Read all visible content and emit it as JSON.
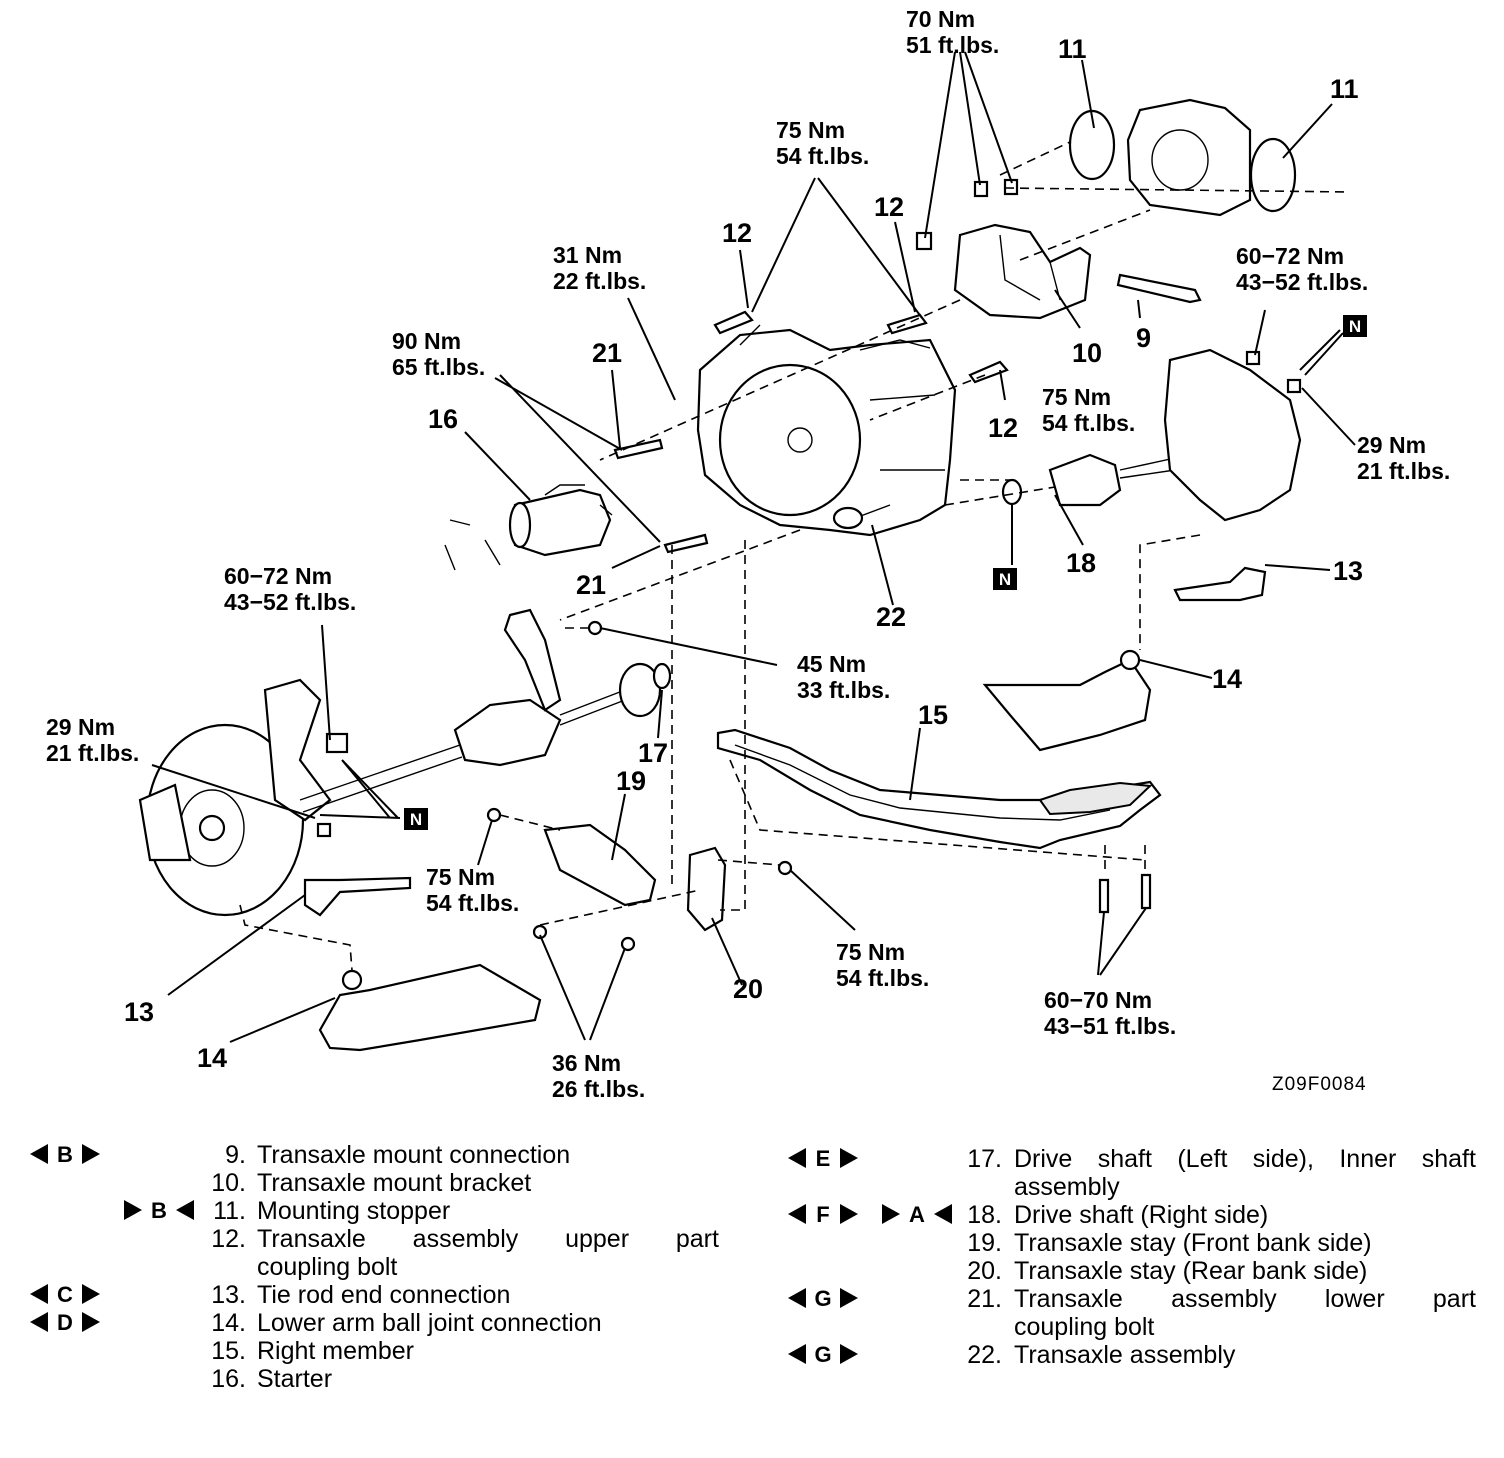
{
  "diagram": {
    "code": "Z09F0084",
    "n_mark": "N",
    "torques": [
      {
        "nm": "70 Nm",
        "ft": "51 ft.lbs."
      },
      {
        "nm": "75 Nm",
        "ft": "54 ft.lbs."
      },
      {
        "nm": "31 Nm",
        "ft": "22 ft.lbs."
      },
      {
        "nm": "90 Nm",
        "ft": "65 ft.lbs."
      },
      {
        "nm": "60−72 Nm",
        "ft": "43−52 ft.lbs."
      },
      {
        "nm": "75 Nm",
        "ft": "54 ft.lbs."
      },
      {
        "nm": "29 Nm",
        "ft": "21 ft.lbs."
      },
      {
        "nm": "60−72 Nm",
        "ft": "43−52 ft.lbs."
      },
      {
        "nm": "29 Nm",
        "ft": "21 ft.lbs."
      },
      {
        "nm": "45 Nm",
        "ft": "33 ft.lbs."
      },
      {
        "nm": "75 Nm",
        "ft": "54 ft.lbs."
      },
      {
        "nm": "75 Nm",
        "ft": "54 ft.lbs."
      },
      {
        "nm": "36 Nm",
        "ft": "26 ft.lbs."
      },
      {
        "nm": "60−70 Nm",
        "ft": "43−51 ft.lbs."
      }
    ],
    "callouts": [
      "11",
      "11",
      "12",
      "12",
      "12",
      "21",
      "16",
      "10",
      "9",
      "21",
      "22",
      "18",
      "13",
      "14",
      "15",
      "17",
      "19",
      "20",
      "13",
      "14"
    ]
  },
  "legend": {
    "left": [
      {
        "mark": "B",
        "mark_type": "remove",
        "num": "9.",
        "text": "Transaxle mount connection"
      },
      {
        "mark": "",
        "mark_type": "",
        "num": "10.",
        "text": "Transaxle mount bracket"
      },
      {
        "mark": "B",
        "mark_type": "install",
        "num": "11.",
        "text": "Mounting stopper"
      },
      {
        "mark": "",
        "mark_type": "",
        "num": "12.",
        "text": "Transaxle assembly upper part",
        "cont": "coupling bolt"
      },
      {
        "mark": "C",
        "mark_type": "remove",
        "num": "13.",
        "text": "Tie rod end connection"
      },
      {
        "mark": "D",
        "mark_type": "remove",
        "num": "14.",
        "text": "Lower arm ball joint connection"
      },
      {
        "mark": "",
        "mark_type": "",
        "num": "15.",
        "text": "Right member"
      },
      {
        "mark": "",
        "mark_type": "",
        "num": "16.",
        "text": "Starter"
      }
    ],
    "right": [
      {
        "mark": "E",
        "mark2": "",
        "num": "17.",
        "text": "Drive shaft (Left side), Inner shaft",
        "cont": "assembly"
      },
      {
        "mark": "F",
        "mark2": "A",
        "num": "18.",
        "text": "Drive shaft (Right side)"
      },
      {
        "mark": "",
        "mark2": "",
        "num": "19.",
        "text": "Transaxle stay (Front bank side)"
      },
      {
        "mark": "",
        "mark2": "",
        "num": "20.",
        "text": "Transaxle stay (Rear bank side)"
      },
      {
        "mark": "G",
        "mark2": "",
        "num": "21.",
        "text": "Transaxle assembly lower part",
        "cont": "coupling bolt"
      },
      {
        "mark": "G",
        "mark2": "",
        "num": "22.",
        "text": "Transaxle assembly"
      }
    ]
  }
}
